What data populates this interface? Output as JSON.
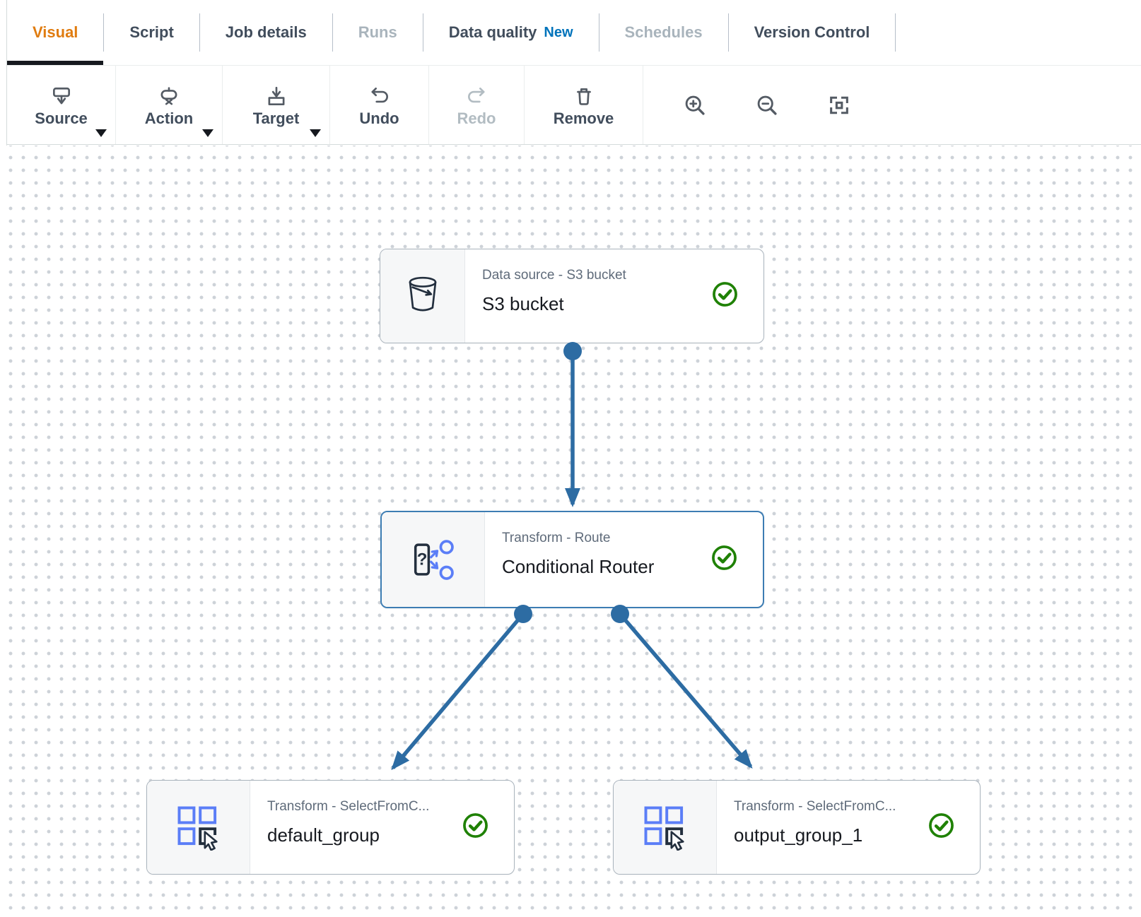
{
  "tabs": [
    {
      "label": "Visual",
      "state": "active"
    },
    {
      "label": "Script",
      "state": "default"
    },
    {
      "label": "Job details",
      "state": "default"
    },
    {
      "label": "Runs",
      "state": "disabled"
    },
    {
      "label": "Data quality",
      "badge": "New",
      "state": "default"
    },
    {
      "label": "Schedules",
      "state": "disabled"
    },
    {
      "label": "Version Control",
      "state": "default"
    }
  ],
  "toolbar": {
    "buttons": [
      {
        "label": "Source",
        "icon": "source-icon",
        "has_menu": true,
        "disabled": false
      },
      {
        "label": "Action",
        "icon": "action-icon",
        "has_menu": true,
        "disabled": false
      },
      {
        "label": "Target",
        "icon": "target-icon",
        "has_menu": true,
        "disabled": false
      },
      {
        "label": "Undo",
        "icon": "undo-icon",
        "has_menu": false,
        "disabled": false
      },
      {
        "label": "Redo",
        "icon": "redo-icon",
        "has_menu": false,
        "disabled": true
      },
      {
        "label": "Remove",
        "icon": "trash-icon",
        "has_menu": false,
        "disabled": false
      }
    ],
    "zoom_controls": [
      "zoom-in-icon",
      "zoom-out-icon",
      "fit-to-screen-icon"
    ]
  },
  "canvas": {
    "nodes": [
      {
        "type_label": "Data source - S3 bucket",
        "name": "S3 bucket",
        "icon": "s3-bucket-icon",
        "status": "valid",
        "selected": false
      },
      {
        "type_label": "Transform - Route",
        "name": "Conditional Router",
        "icon": "conditional-router-icon",
        "status": "valid",
        "selected": true
      },
      {
        "type_label": "Transform - SelectFromC...",
        "name": "default_group",
        "icon": "select-from-collection-icon",
        "status": "valid",
        "selected": false
      },
      {
        "type_label": "Transform - SelectFromC...",
        "name": "output_group_1",
        "icon": "select-from-collection-icon",
        "status": "valid",
        "selected": false
      }
    ],
    "edges": [
      {
        "from": "S3 bucket",
        "to": "Conditional Router"
      },
      {
        "from": "Conditional Router",
        "to": "default_group"
      },
      {
        "from": "Conditional Router",
        "to": "output_group_1"
      }
    ]
  },
  "colors": {
    "active_tab_orange": "#e07c10",
    "tab_text": "#414d5c",
    "disabled_text": "#a9b4bc",
    "new_badge_blue": "#0073bb",
    "connector_blue": "#2d6ca3",
    "node_icon_blue": "#5b7ef7",
    "icon_dark_navy": "#232f3e",
    "success_green": "#1f8104",
    "node_title_gray": "#5f6b7a",
    "selected_node_border": "#3d7db3",
    "toolbar_icon_gray": "#545b64"
  }
}
